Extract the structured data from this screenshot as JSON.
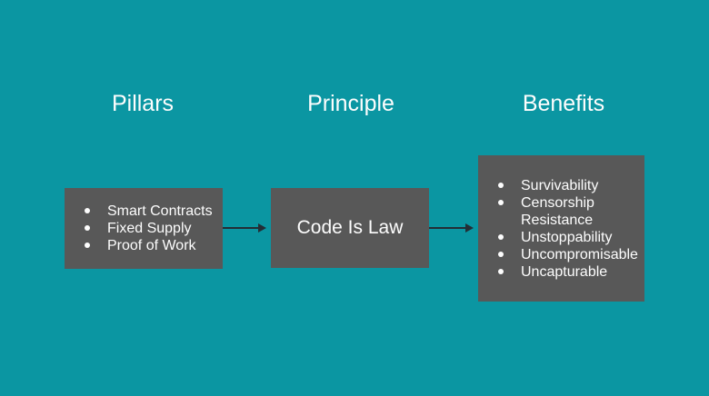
{
  "colors": {
    "background": "#0b96a2",
    "box": "#585858",
    "text": "#fdfdfd",
    "arrow": "#232e36"
  },
  "headings": {
    "pillars": "Pillars",
    "principle": "Principle",
    "benefits": "Benefits"
  },
  "pillars_box": {
    "items": [
      "Smart Contracts",
      "Fixed Supply",
      "Proof of Work"
    ]
  },
  "principle_box": {
    "label": "Code Is Law"
  },
  "benefits_box": {
    "items": [
      "Survivability",
      "Censorship Resistance",
      "Unstoppability",
      "Uncompromisable",
      "Uncapturable"
    ]
  }
}
